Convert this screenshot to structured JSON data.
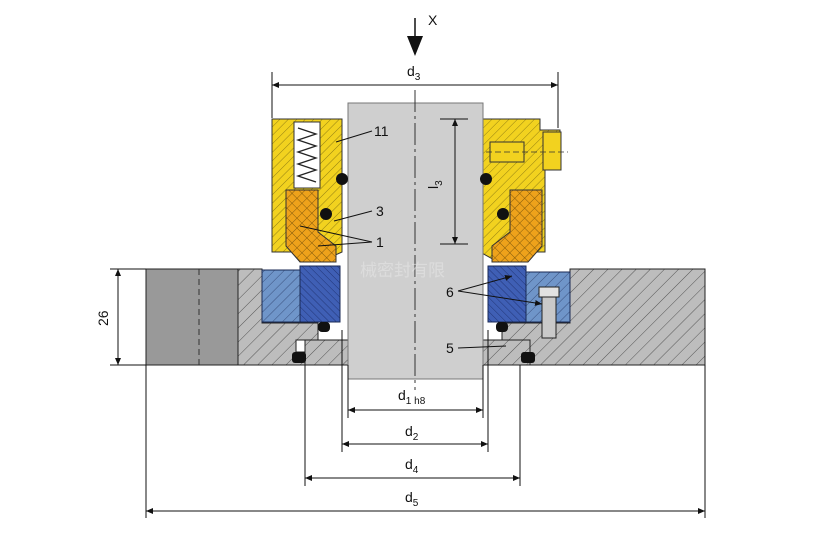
{
  "diagram": {
    "view_arrow": {
      "label": "X"
    },
    "dimensions": {
      "d3": {
        "main": "d",
        "sub": "3"
      },
      "l3": {
        "main": "l",
        "sub": "3"
      },
      "d1": {
        "main": "d",
        "sub": "1 h8"
      },
      "d2": {
        "main": "d",
        "sub": "2"
      },
      "d4": {
        "main": "d",
        "sub": "4"
      },
      "d5": {
        "main": "d",
        "sub": "5"
      },
      "h26": {
        "text": "26"
      }
    },
    "part_labels": {
      "p11": "11",
      "p3": "3",
      "p1": "1",
      "p6": "6",
      "p5": "5"
    },
    "watermark": "械密封有限",
    "colors": {
      "housing_yellow": "#f2d21f",
      "seal_orange": "#eea21b",
      "shaft_gray": "#cfcfcf",
      "gland_gray": "#bdbdbd",
      "seat_blue": "#6f95c9",
      "seat_dark_blue": "#3f5fb5",
      "oring": "#111111"
    }
  }
}
